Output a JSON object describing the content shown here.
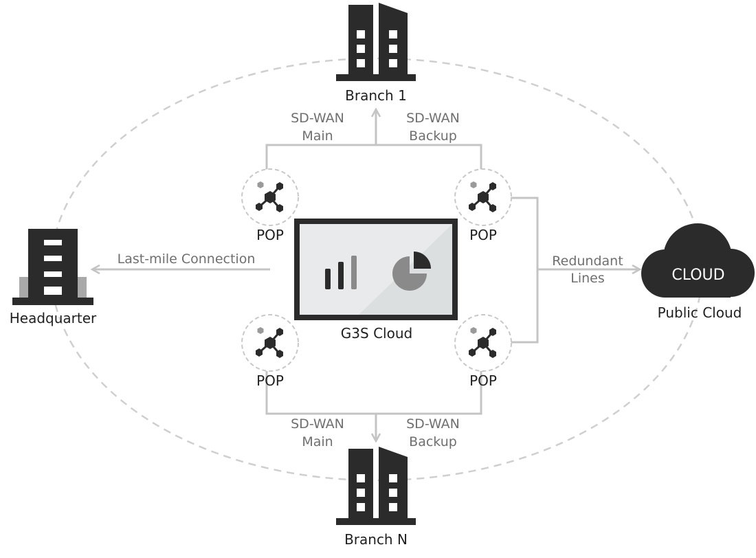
{
  "nodes": {
    "branch_top": {
      "label": "Branch 1"
    },
    "branch_bottom": {
      "label": "Branch N"
    },
    "headquarter": {
      "label": "Headquarter"
    },
    "public_cloud": {
      "label": "Public Cloud",
      "icon_text": "CLOUD"
    },
    "g3s_cloud": {
      "label": "G3S Cloud"
    },
    "pops": [
      {
        "label": "POP"
      },
      {
        "label": "POP"
      },
      {
        "label": "POP"
      },
      {
        "label": "POP"
      }
    ]
  },
  "links": {
    "top_main": [
      "SD-WAN",
      "Main"
    ],
    "top_backup": [
      "SD-WAN",
      "Backup"
    ],
    "bottom_main": [
      "SD-WAN",
      "Main"
    ],
    "bottom_backup": [
      "SD-WAN",
      "Backup"
    ],
    "last_mile": "Last-mile Connection",
    "redundant": [
      "Redundant",
      "Lines"
    ]
  },
  "icons": {
    "building": "building-icon",
    "pop": "network-hub-icon",
    "cloud": "cloud-icon",
    "dashboard": "dashboard-monitor-icon"
  },
  "colors": {
    "dark": "#2b2b2b",
    "line": "#c4c4c4",
    "dashed": "#cfcfcf",
    "label_grey": "#6f6f6f"
  }
}
